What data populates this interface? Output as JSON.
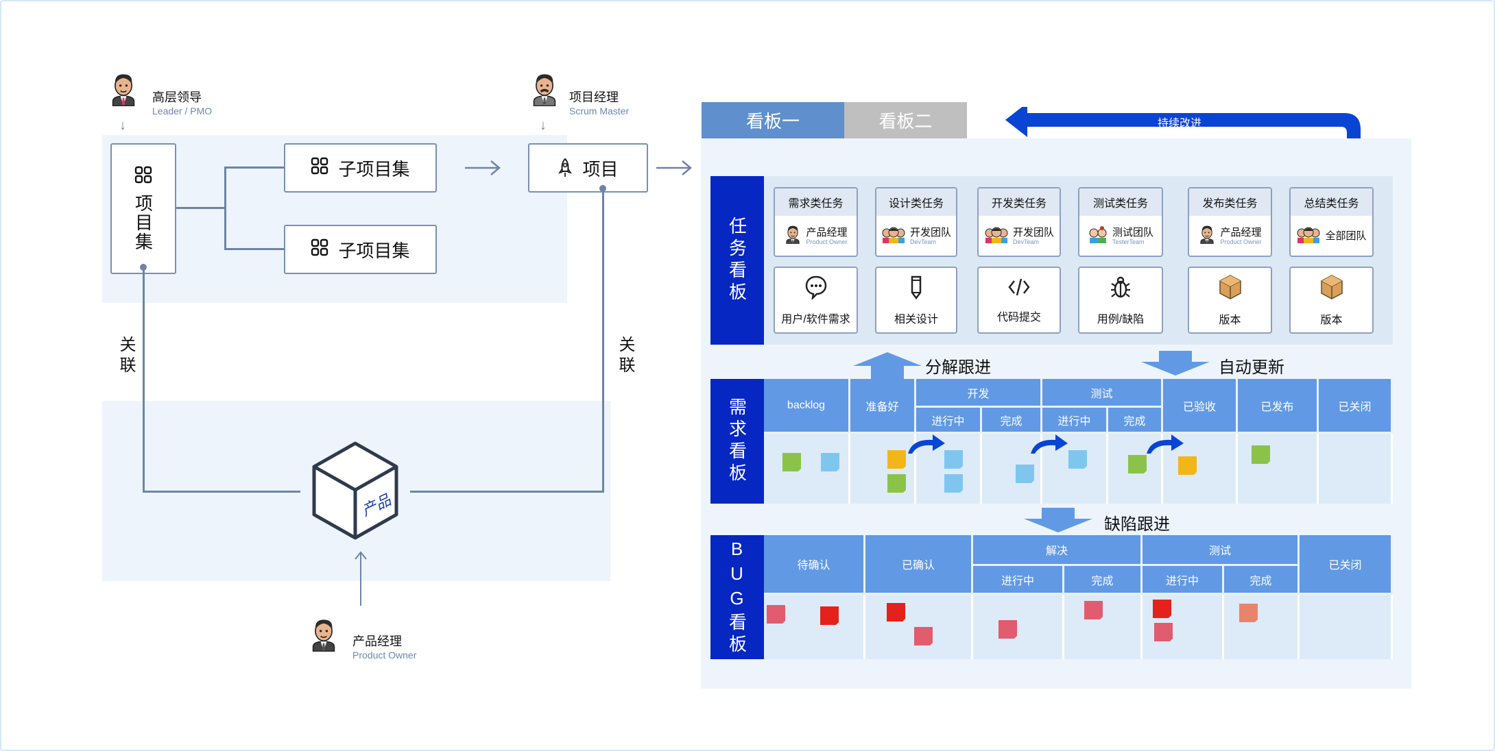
{
  "left": {
    "leader": {
      "name": "高层领导",
      "sub": "Leader / PMO"
    },
    "scrum": {
      "name": "项目经理",
      "sub": "Scrum Master"
    },
    "po": {
      "name": "产品经理",
      "sub": "Product Owner"
    },
    "program": "项目集",
    "sub_programs": [
      "子项目集",
      "子项目集"
    ],
    "project": "项目",
    "relation_left": "关联",
    "relation_right": "关联",
    "product": "产品"
  },
  "tabs": [
    {
      "label": "看板一",
      "active": true
    },
    {
      "label": "看板二",
      "active": false
    }
  ],
  "improve": "持续改进",
  "task_board": {
    "label": "任务看板",
    "types": [
      {
        "title": "需求类任务",
        "role": "产品经理",
        "en": "Product Owner",
        "item": "用户/软件需求",
        "icon": "chat-icon"
      },
      {
        "title": "设计类任务",
        "role": "开发团队",
        "en": "DevTeam",
        "item": "相关设计",
        "icon": "pen-icon"
      },
      {
        "title": "开发类任务",
        "role": "开发团队",
        "en": "DevTeam",
        "item": "代码提交",
        "icon": "code-icon"
      },
      {
        "title": "测试类任务",
        "role": "测试团队",
        "en": "TesterTeam",
        "item": "用例/缺陷",
        "icon": "bug-icon"
      },
      {
        "title": "发布类任务",
        "role": "产品经理",
        "en": "Product Owner",
        "item": "版本",
        "icon": "box-icon"
      },
      {
        "title": "总结类任务",
        "role": "全部团队",
        "en": "",
        "item": "版本",
        "icon": "box-icon"
      }
    ]
  },
  "flows": {
    "decompose": "分解跟进",
    "auto_update": "自动更新",
    "defect": "缺陷跟进"
  },
  "req_board": {
    "label": "需求看板",
    "groups": {
      "dev": "开发",
      "test": "测试"
    },
    "columns": [
      "backlog",
      "准备好",
      "进行中",
      "完成",
      "进行中",
      "完成",
      "已验收",
      "已发布",
      "已关闭"
    ],
    "cards": [
      [
        "green",
        "blue"
      ],
      [
        "yellow",
        "green"
      ],
      [
        "blue",
        "blue"
      ],
      [
        "blue"
      ],
      [
        "blue"
      ],
      [
        "green"
      ],
      [
        "yellow"
      ],
      [
        "green"
      ],
      []
    ]
  },
  "bug_board": {
    "label": "BUG看板",
    "groups": {
      "resolve": "解决",
      "test": "测试"
    },
    "columns": [
      "待确认",
      "已确认",
      "进行中",
      "完成",
      "进行中",
      "完成",
      "已关闭"
    ],
    "cards": [
      [
        "pink",
        "red"
      ],
      [
        "red",
        "pink"
      ],
      [
        "pink"
      ],
      [
        "pink"
      ],
      [
        "red",
        "pink"
      ],
      [
        "salmon"
      ],
      []
    ]
  },
  "colors": {
    "green": "#8bc34a",
    "blue": "#7fc6ee",
    "yellow": "#f2b619",
    "pink": "#e05c6e",
    "red": "#e5211c",
    "salmon": "#e8846c",
    "label": "#0627c2",
    "header": "#6199e4",
    "body": "#dcebf7"
  }
}
